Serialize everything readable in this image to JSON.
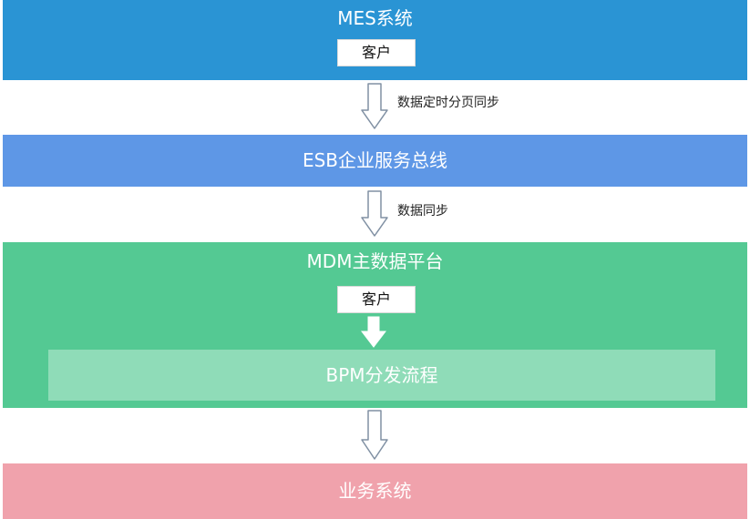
{
  "mes": {
    "title": "MES系统",
    "tag": "客户"
  },
  "arrow1": {
    "label": "数据定时分页同步"
  },
  "esb": {
    "title": "ESB企业服务总线"
  },
  "arrow2": {
    "label": "数据同步"
  },
  "mdm": {
    "title": "MDM主数据平台",
    "tag": "客户",
    "inner": "BPM分发流程"
  },
  "business": {
    "title": "业务系统"
  },
  "colors": {
    "mes": "#2a94d4",
    "esb": "#5e97e6",
    "mdm": "#54c993",
    "business": "#f0a2ac",
    "arrow_stroke": "#8090a3"
  }
}
